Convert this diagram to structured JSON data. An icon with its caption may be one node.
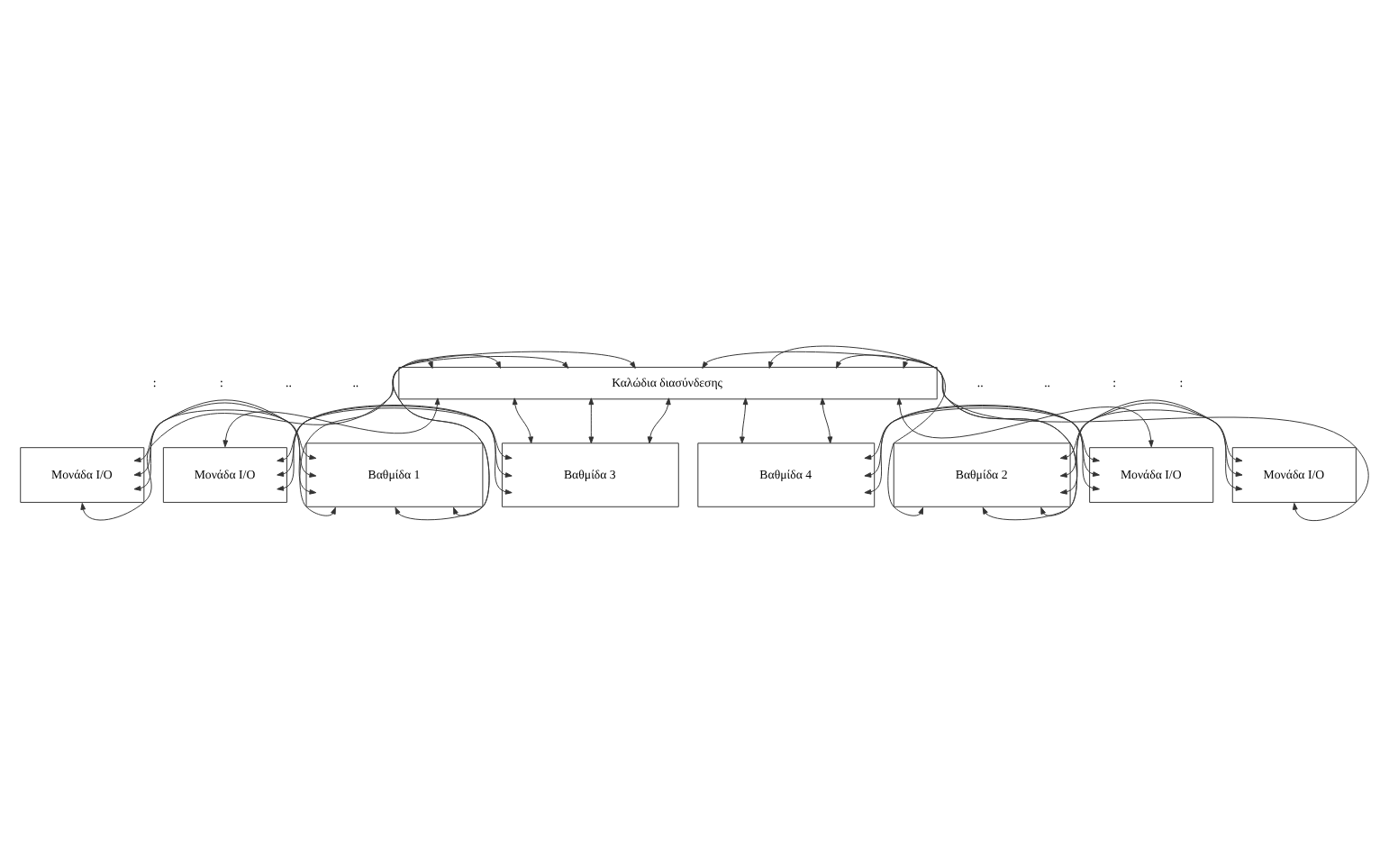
{
  "diagram": {
    "nodes": [
      {
        "text": [
          "Μονάδα I/O"
        ]
      },
      {
        "text": [
          "Βαθμίδα 1"
        ]
      },
      {
        "text": [
          "Βαθμίδα 2"
        ]
      },
      {
        "text": [
          "Μονάδα I/O"
        ]
      },
      {
        "text": [
          "Καλώδια διασύνδεσης"
        ]
      },
      {
        "text": [
          "Μονάδα I/O"
        ]
      },
      {
        "text": [
          "Βαθμίδα 3"
        ]
      },
      {
        "text": [
          "Βαθμίδα 4"
        ]
      },
      {
        "text": [
          "Μονάδα I/O"
        ]
      }
    ],
    "edges": [
      {
        "from": 0,
        "to": 1,
        "arrow": "both"
      },
      {
        "from": 0,
        "to": 1,
        "arrow": "both"
      },
      {
        "from": 0,
        "to": 1,
        "arrow": "both"
      },
      {
        "from": 2,
        "to": 3,
        "arrow": "both"
      },
      {
        "from": 2,
        "to": 3,
        "arrow": "both"
      },
      {
        "from": 2,
        "to": 3,
        "arrow": "both"
      },
      {
        "from": 1,
        "to": 4,
        "arrow": "both"
      },
      {
        "from": 1,
        "to": 4,
        "arrow": "both"
      },
      {
        "from": 1,
        "to": 4,
        "arrow": "both"
      },
      {
        "from": 2,
        "to": 4,
        "arrow": "both"
      },
      {
        "from": 2,
        "to": 4,
        "arrow": "both"
      },
      {
        "from": 2,
        "to": 4,
        "arrow": "both"
      },
      {
        "from": 0,
        "to": 4,
        "arrow": "both"
      },
      {
        "from": 4,
        "to": 3,
        "arrow": "both"
      },
      {
        "from": 5,
        "to": 4,
        "arrow": "both"
      },
      {
        "from": 4,
        "to": 8,
        "arrow": "both"
      },
      {
        "from": 4,
        "to": 6,
        "arrow": "both"
      },
      {
        "from": 4,
        "to": 6,
        "arrow": "both"
      },
      {
        "from": 4,
        "to": 6,
        "arrow": "both"
      },
      {
        "from": 4,
        "to": 7,
        "arrow": "both"
      },
      {
        "from": 4,
        "to": 7,
        "arrow": "both"
      },
      {
        "from": 5,
        "to": 6,
        "arrow": "both"
      },
      {
        "from": 5,
        "to": 6,
        "arrow": "both"
      },
      {
        "from": 5,
        "to": 6,
        "arrow": "both"
      },
      {
        "from": 7,
        "to": 8,
        "arrow": "both"
      },
      {
        "from": 7,
        "to": 8,
        "arrow": "both"
      },
      {
        "from": 7,
        "to": 8,
        "arrow": "both"
      }
    ],
    "labels": [
      ":",
      ":",
      "..",
      "..",
      "..",
      "..",
      ":",
      ":"
    ]
  }
}
